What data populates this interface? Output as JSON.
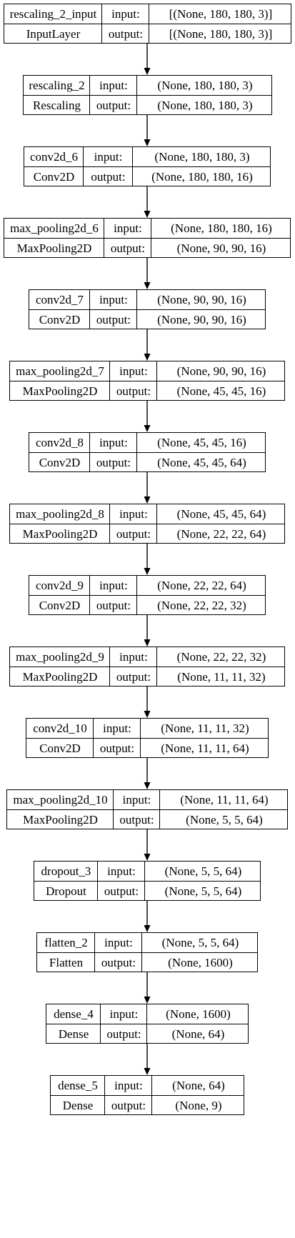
{
  "labels": {
    "input": "input:",
    "output": "output:"
  },
  "layers": [
    {
      "name": "rescaling_2_input",
      "type": "InputLayer",
      "input_shape": "[(None, 180, 180, 3)]",
      "output_shape": "[(None, 180, 180, 3)]"
    },
    {
      "name": "rescaling_2",
      "type": "Rescaling",
      "input_shape": "(None, 180, 180, 3)",
      "output_shape": "(None, 180, 180, 3)"
    },
    {
      "name": "conv2d_6",
      "type": "Conv2D",
      "input_shape": "(None, 180, 180, 3)",
      "output_shape": "(None, 180, 180, 16)"
    },
    {
      "name": "max_pooling2d_6",
      "type": "MaxPooling2D",
      "input_shape": "(None, 180, 180, 16)",
      "output_shape": "(None, 90, 90, 16)"
    },
    {
      "name": "conv2d_7",
      "type": "Conv2D",
      "input_shape": "(None, 90, 90, 16)",
      "output_shape": "(None, 90, 90, 16)"
    },
    {
      "name": "max_pooling2d_7",
      "type": "MaxPooling2D",
      "input_shape": "(None, 90, 90, 16)",
      "output_shape": "(None, 45, 45, 16)"
    },
    {
      "name": "conv2d_8",
      "type": "Conv2D",
      "input_shape": "(None, 45, 45, 16)",
      "output_shape": "(None, 45, 45, 64)"
    },
    {
      "name": "max_pooling2d_8",
      "type": "MaxPooling2D",
      "input_shape": "(None, 45, 45, 64)",
      "output_shape": "(None, 22, 22, 64)"
    },
    {
      "name": "conv2d_9",
      "type": "Conv2D",
      "input_shape": "(None, 22, 22, 64)",
      "output_shape": "(None, 22, 22, 32)"
    },
    {
      "name": "max_pooling2d_9",
      "type": "MaxPooling2D",
      "input_shape": "(None, 22, 22, 32)",
      "output_shape": "(None, 11, 11, 32)"
    },
    {
      "name": "conv2d_10",
      "type": "Conv2D",
      "input_shape": "(None, 11, 11, 32)",
      "output_shape": "(None, 11, 11, 64)"
    },
    {
      "name": "max_pooling2d_10",
      "type": "MaxPooling2D",
      "input_shape": "(None, 11, 11, 64)",
      "output_shape": "(None, 5, 5, 64)"
    },
    {
      "name": "dropout_3",
      "type": "Dropout",
      "input_shape": "(None, 5, 5, 64)",
      "output_shape": "(None, 5, 5, 64)"
    },
    {
      "name": "flatten_2",
      "type": "Flatten",
      "input_shape": "(None, 5, 5, 64)",
      "output_shape": "(None, 1600)"
    },
    {
      "name": "dense_4",
      "type": "Dense",
      "input_shape": "(None, 1600)",
      "output_shape": "(None, 64)"
    },
    {
      "name": "dense_5",
      "type": "Dense",
      "input_shape": "(None, 64)",
      "output_shape": "(None, 9)"
    }
  ]
}
